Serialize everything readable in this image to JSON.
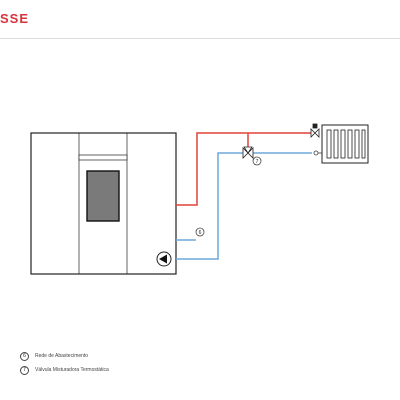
{
  "header": {
    "brand": "SSE"
  },
  "colors": {
    "accent": "#d6333d",
    "hot": "#e0443a",
    "cold": "#6fa8dc",
    "outline": "#222222"
  },
  "callouts": {
    "rede": "6",
    "valvula": "7"
  },
  "legend": [
    {
      "num": "6",
      "label": "Rede de Abastecimento"
    },
    {
      "num": "7",
      "label": "Válvula Misturadora Termostática"
    }
  ],
  "icons": {
    "pump": "pump-icon",
    "mixing_valve": "mixing-valve-icon",
    "radiator": "radiator-icon",
    "radiator_valve": "radiator-valve-icon",
    "tap": "tap-icon"
  }
}
